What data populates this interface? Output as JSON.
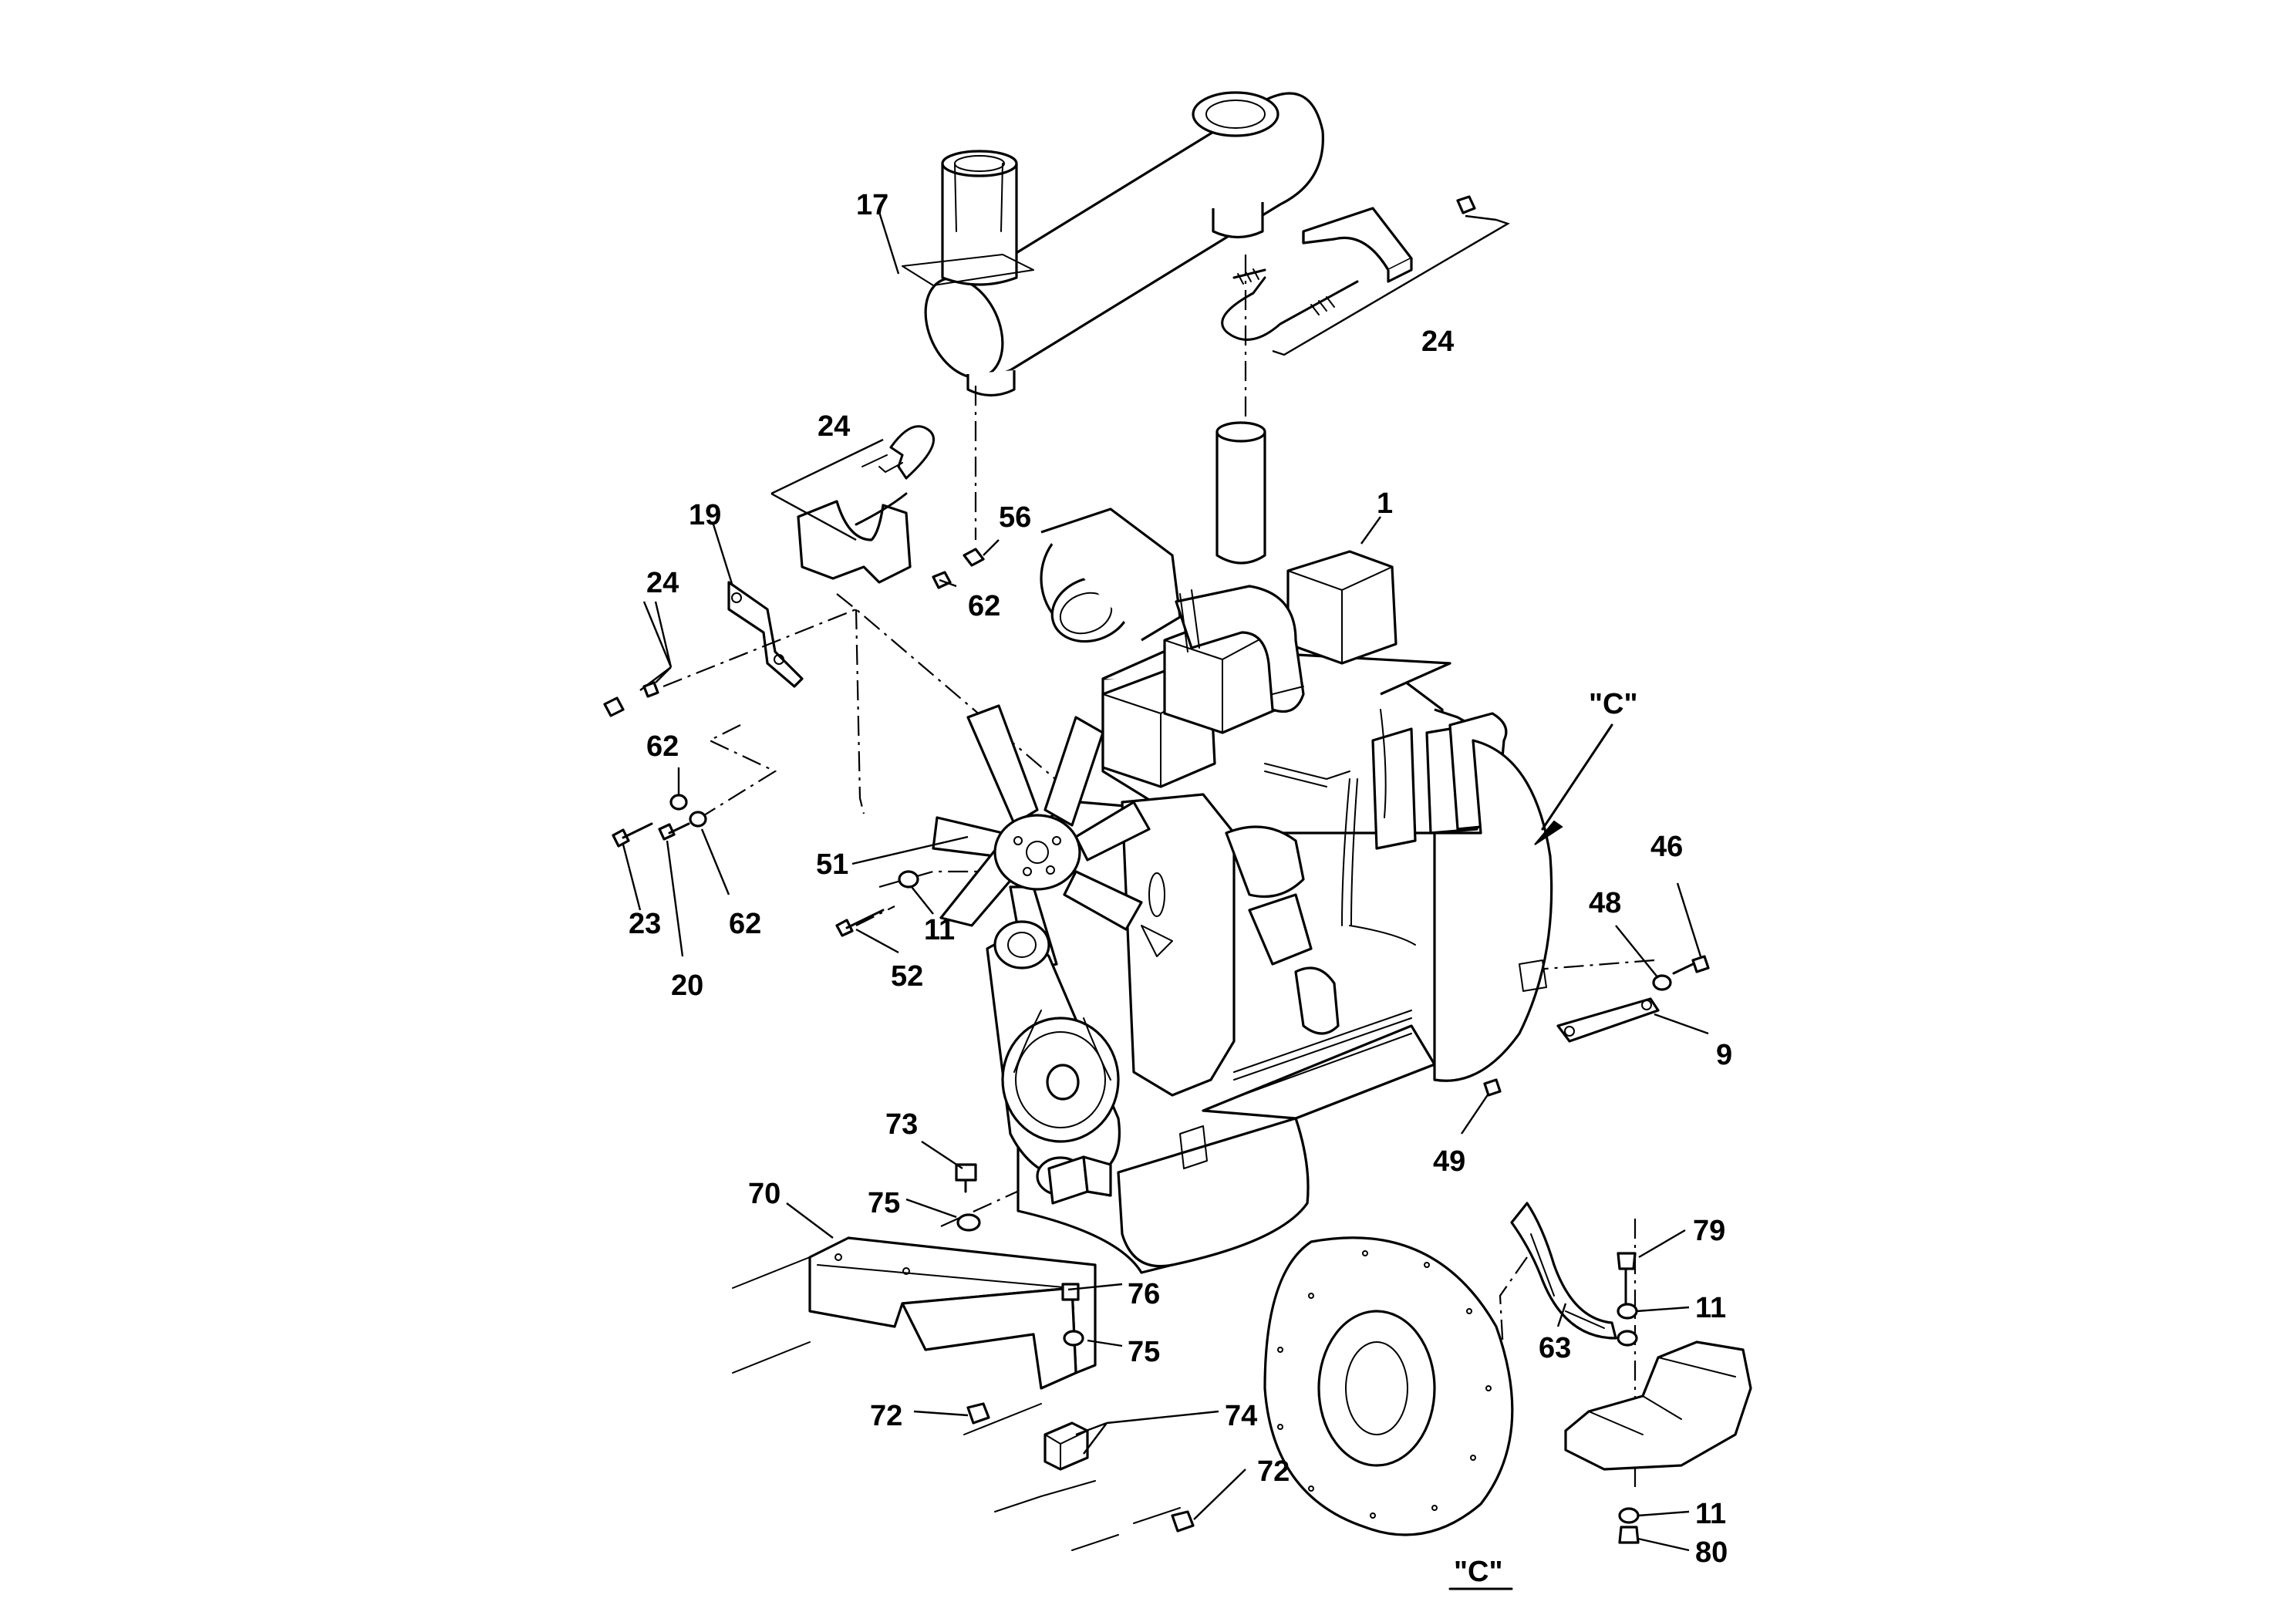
{
  "diagram": {
    "callouts": {
      "p17": "17",
      "p24_top": "24",
      "p24_mid": "24",
      "p24_left": "24",
      "p19": "19",
      "p56": "56",
      "p62_mid": "62",
      "p1": "1",
      "p62_left": "62",
      "p23": "23",
      "p20": "20",
      "p62_low": "62",
      "p51": "51",
      "p11_fan": "11",
      "p52": "52",
      "p46": "46",
      "p48": "48",
      "p9": "9",
      "p49": "49",
      "p73": "73",
      "p75_top": "75",
      "p70": "70",
      "p76": "76",
      "p75_low": "75",
      "p72_left": "72",
      "p74": "74",
      "p72_low": "72",
      "p79": "79",
      "p11_top": "11",
      "p63": "63",
      "p11_low": "11",
      "p80": "80"
    },
    "view_c_arrow_label": "\"C\"",
    "view_c_caption": "\"C\""
  }
}
